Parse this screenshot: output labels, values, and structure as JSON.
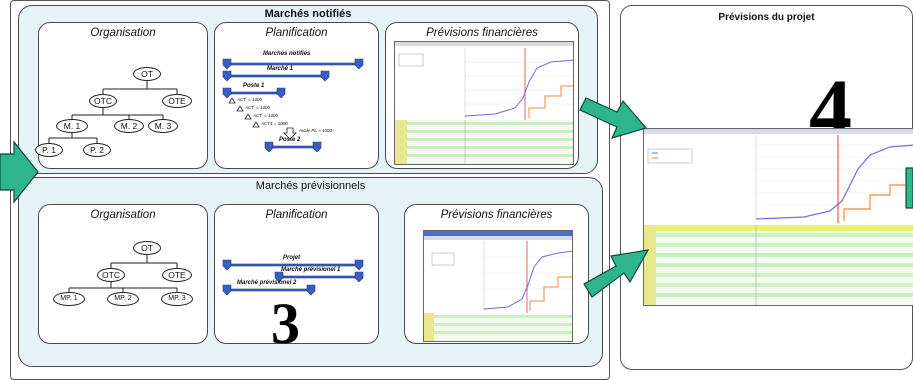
{
  "notified": {
    "title": "Marchés notifiés",
    "organisation": {
      "title": "Organisation",
      "nodes": {
        "root": "OT",
        "left": "OTC",
        "right": "OTE",
        "m1": "M. 1",
        "m2": "M. 2",
        "m3": "M. 3",
        "p1": "P. 1",
        "p2": "P. 2"
      }
    },
    "planification": {
      "title": "Planification",
      "bars": [
        "Marchés notifiés",
        "Marché 1",
        "Poste 1",
        "Poste 2"
      ],
      "steps": [
        "ACT. = 1000",
        "ACT. = 1000",
        "ACT. = 1000",
        "ACT4 = 1000",
        "Avale PL = 1000"
      ]
    },
    "previsions": {
      "title": "Prévisions financières"
    }
  },
  "forecast": {
    "title": "Marchés prévisionnels",
    "organisation": {
      "title": "Organisation",
      "nodes": {
        "root": "OT",
        "left": "OTC",
        "right": "OTE",
        "mp1": "MP. 1",
        "mp2": "MP. 2",
        "mp3": "MP. 3"
      }
    },
    "planification": {
      "title": "Planification",
      "bars": [
        "Projet",
        "Marché prévisionel 1",
        "Marché prévisionel 2"
      ],
      "step_number": "3"
    },
    "previsions": {
      "title": "Prévisions financières"
    }
  },
  "project": {
    "title": "Prévisions du projet",
    "step_number": "4"
  },
  "colors": {
    "panel_fill": "#e6f3f6",
    "arrow_fill": "#2eb58c",
    "bar_fill": "#3b5fc0",
    "curve_blue": "#6b6fe0",
    "curve_orange": "#f08a3a",
    "marker_red": "#e03a3a",
    "grid_green": "#c9f0c0"
  },
  "icons": [
    "right-arrow-icon",
    "milestone-triangle-icon",
    "down-arrow-icon"
  ]
}
